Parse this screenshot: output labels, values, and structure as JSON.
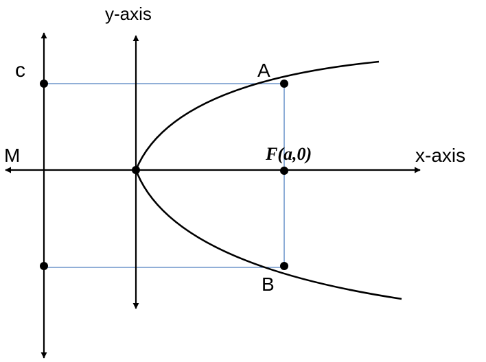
{
  "labels": {
    "y_axis": "y-axis",
    "x_axis": "x-axis",
    "point_c": "c",
    "point_m": "M",
    "point_a": "A",
    "point_b": "B",
    "focus": "F(a,0)"
  },
  "colors": {
    "axis": "#000000",
    "curve": "#000000",
    "guide_lines": "#4f7fbf",
    "points": "#000000"
  }
}
